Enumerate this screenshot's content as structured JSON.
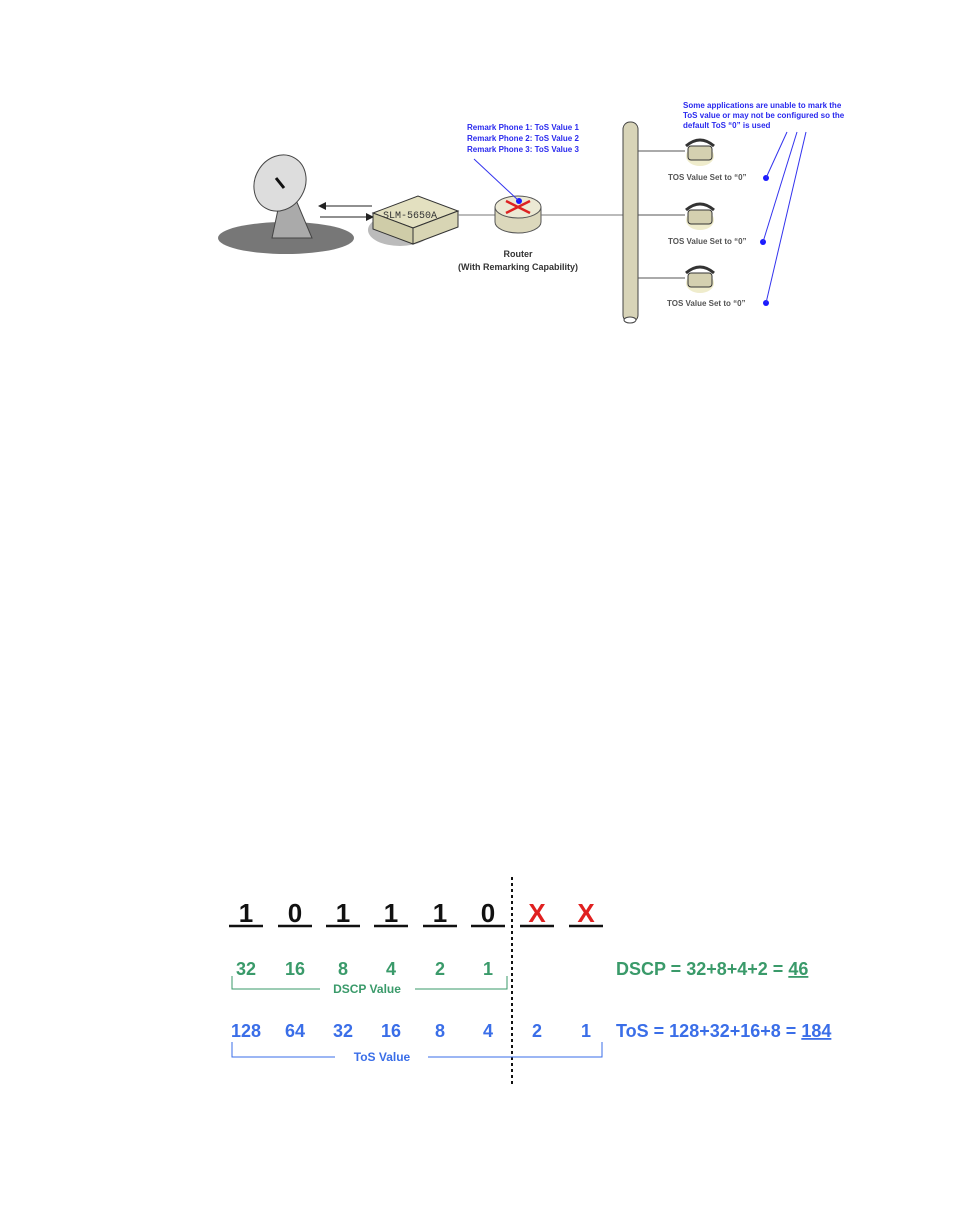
{
  "network_diagram": {
    "modem_label": "SLM-5650A",
    "router_label": "Router",
    "router_sublabel": "(With Remarking Capability)",
    "remark_notes": [
      "Remark Phone 1: ToS Value 1",
      "Remark Phone 2: ToS Value 2",
      "Remark Phone 3: ToS Value 3"
    ],
    "app_note": [
      "Some applications are unable to mark the",
      "ToS value or may not be configured so the",
      "default ToS “0” is used"
    ],
    "phones": [
      {
        "label": "TOS Value Set to “0”"
      },
      {
        "label": "TOS Value Set to “0”"
      },
      {
        "label": "TOS Value Set to “0”"
      }
    ]
  },
  "bit_table": {
    "bits": [
      "1",
      "0",
      "1",
      "1",
      "1",
      "0",
      "X",
      "X"
    ],
    "dscp_weights": [
      "32",
      "16",
      "8",
      "4",
      "2",
      "1"
    ],
    "dscp_bracket_label": "DSCP Value",
    "tos_weights": [
      "128",
      "64",
      "32",
      "16",
      "8",
      "4",
      "2",
      "1"
    ],
    "tos_bracket_label": "ToS Value",
    "dscp_equation": "DSCP = 32+8+4+2 = ",
    "dscp_result": "46",
    "tos_equation": "ToS = 128+32+16+8 = ",
    "tos_result": "184",
    "colors": {
      "dscp": "#3a9a6a",
      "tos": "#3a6ee8",
      "ignored": "#e02020",
      "bits": "#111111"
    }
  }
}
